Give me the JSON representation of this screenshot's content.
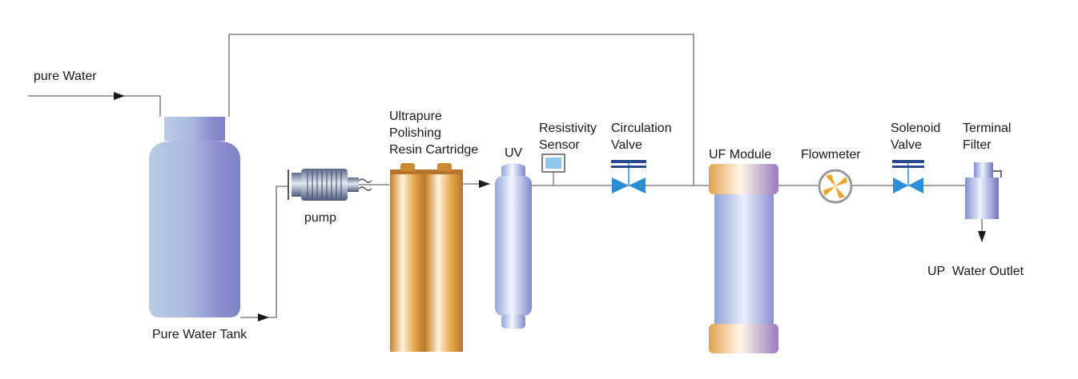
{
  "labels": {
    "pure_water_in": "pure Water",
    "pure_water_tank": "Pure Water Tank",
    "pump": "pump",
    "resin_cartridge": [
      "Ultrapure",
      "Polishing",
      "Resin Cartridge"
    ],
    "uv": "UV",
    "resistivity_sensor": [
      "Resistivity",
      "Sensor"
    ],
    "circulation_valve": [
      "Circulation",
      "Valve"
    ],
    "uf_module": "UF Module",
    "flowmeter": "Flowmeter",
    "solenoid_valve": [
      "Solenoid",
      "Valve"
    ],
    "terminal_filter": [
      "Terminal",
      "Filter"
    ],
    "up_water_outlet": "UP  Water Outlet"
  },
  "colors": {
    "pipe": "#6b6b6b",
    "valve": "#2a8fd6",
    "flowmeter": "#f0a020",
    "cartridge_gold": "#d9922e"
  }
}
